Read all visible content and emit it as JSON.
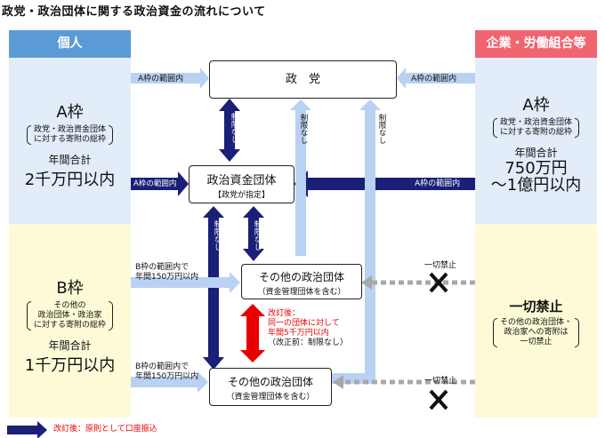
{
  "title": "政党・政治団体に関する政治資金の流れについて",
  "colors": {
    "individual": "#5b9bd5",
    "corporate": "#f06470",
    "light_blue_bg": "#e2edf9",
    "light_yellow_bg": "#fdfbd7",
    "navy": "#1a1f78",
    "light_arrow": "#b9d1f3",
    "red": "#e60000",
    "gray_dashed": "#a8a8a8"
  },
  "individual": {
    "header": "個人",
    "a_frame": {
      "title": "A枠",
      "desc_line1": "政党・政治資金団体",
      "desc_line2": "に対する寄附の総枠",
      "total_label": "年間合計",
      "total_value": "2千万円以内"
    },
    "b_frame": {
      "title": "B枠",
      "desc_line1": "その他の",
      "desc_line2": "政治団体・政治家",
      "desc_line3": "に対する寄附の総枠",
      "total_label": "年間合計",
      "total_value": "1千万円以内"
    }
  },
  "corporate": {
    "header": "企業・労働組合等",
    "a_frame": {
      "title": "A枠",
      "desc_line1": "政党・政治資金団体",
      "desc_line2": "に対する寄附の総枠",
      "total_label": "年間合計",
      "total_value_line1": "750万円",
      "total_value_line2": "〜1億円以内"
    },
    "ban": {
      "title": "一切禁止",
      "desc_line1": "その他の政治団体・",
      "desc_line2": "政治家への寄附は",
      "desc_line3": "一切禁止"
    }
  },
  "nodes": {
    "party": "政　党",
    "fund_group": "政治資金団体",
    "fund_group_sub": "【政党が指定】",
    "other_group1": "その他の政治団体",
    "other_group1_sub": "（資金管理団体を含む）",
    "other_group2": "その他の政治団体",
    "other_group2_sub": "（資金管理団体を含む）"
  },
  "labels": {
    "a_within_left_top": "A枠の範囲内",
    "a_within_right_top": "A枠の範囲内",
    "a_within_left_mid": "A枠の範囲内",
    "a_within_right_mid": "A枠の範囲内",
    "unlimited": "制限なし",
    "b_within_line1": "B枠の範囲内で",
    "b_within_line2": "年間150万円以内",
    "b_within2_line1": "B枠の範囲内で",
    "b_within2_line2": "年間150万円以内",
    "total_ban": "一切禁止",
    "revision_line1": "改訂後：",
    "revision_line2": "同一の団体に対して",
    "revision_line3": "年間5千万円以内",
    "revision_line4": "（改正前：制限なし）",
    "legend": "改訂後：原則として口座振込"
  }
}
